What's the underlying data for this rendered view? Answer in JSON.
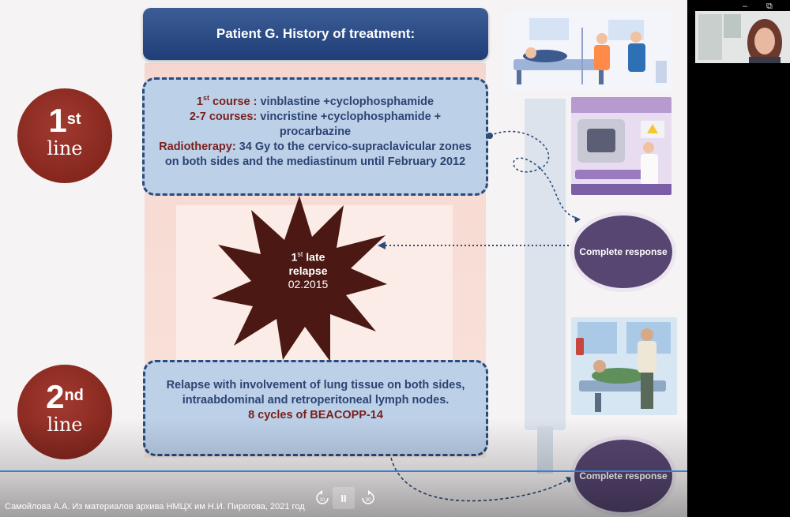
{
  "slide": {
    "title": "Patient G. History of treatment:",
    "line1": {
      "number": "1",
      "suffix": "st",
      "word": "line"
    },
    "line2": {
      "number": "2",
      "suffix": "nd",
      "word": "line"
    },
    "box1": {
      "l1_label": "1",
      "l1_sup": "st",
      "l1_label2": " course :",
      "l1_text": " vinblastine +cyclophosphamide",
      "l2_label": "2-7 courses:",
      "l2_text": " vincristine +cyclophosphamide + procarbazine",
      "l3_label": "Radiotherapy:",
      "l3_text": " 34 Gy to the cervico-supraclavicular zones on both sides and the mediastinum until February 2012"
    },
    "relapse": {
      "n": "1",
      "sup": "st",
      "word": " late",
      "line2": "relapse",
      "date": "02.2015"
    },
    "box2": {
      "text": "Relapse with involvement of lung tissue on both sides, intraabdominal and retroperitoneal lymph nodes.",
      "highlight": "8 cycles of BEACOPP-14"
    },
    "response1": "Complete response",
    "response2": "Complete response"
  },
  "player": {
    "caption": "Самойлова А.А. Из материалов архива НМЦХ им Н.И. Пирогова, 2021 год",
    "rewind_label": "10",
    "pause_label": "II",
    "forward_label": "30"
  },
  "window": {
    "minimize": "–",
    "restore": "⧉"
  },
  "colors": {
    "title_blue": "#2a4a85",
    "line_red": "#8b2a22",
    "box_blue": "#bcd0e8",
    "response_purple": "#574671"
  }
}
